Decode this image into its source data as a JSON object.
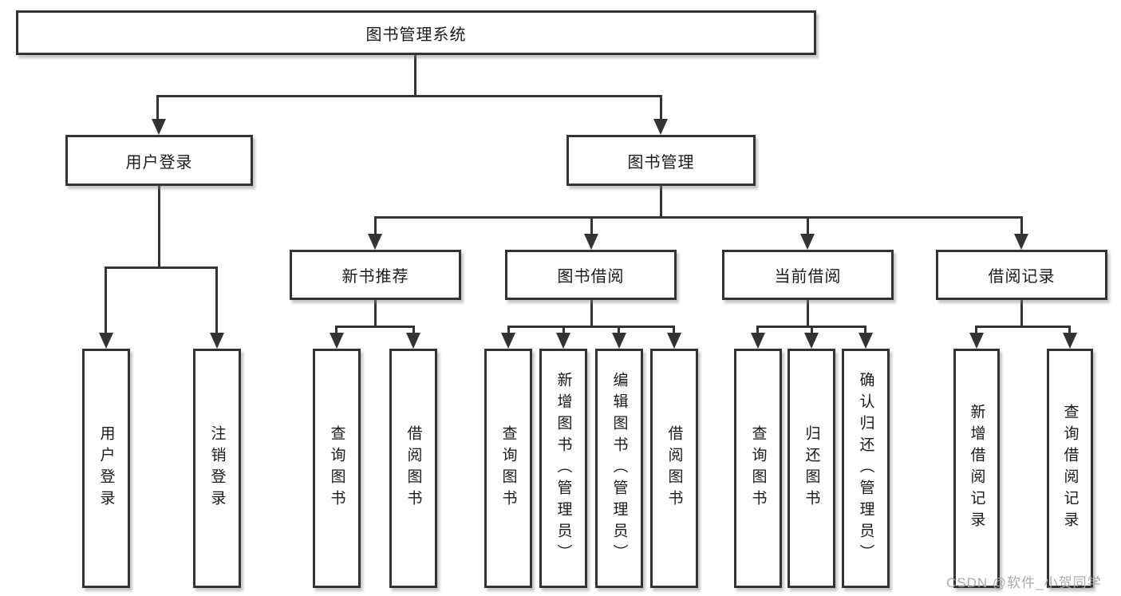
{
  "diagram": {
    "type": "tree",
    "title": "图书管理系统",
    "colors": {
      "line": "#333333",
      "text": "#1a1a1a",
      "background": "#ffffff",
      "watermark": "#a8a8a8"
    },
    "root": {
      "label": "图书管理系统"
    },
    "level1": [
      {
        "label": "用户登录"
      },
      {
        "label": "图书管理"
      }
    ],
    "level2": [
      {
        "label": "新书推荐",
        "parent": "图书管理"
      },
      {
        "label": "图书借阅",
        "parent": "图书管理"
      },
      {
        "label": "当前借阅",
        "parent": "图书管理"
      },
      {
        "label": "借阅记录",
        "parent": "图书管理"
      }
    ],
    "leaves": [
      {
        "label": "用户登录",
        "parent": "用户登录"
      },
      {
        "label": "注销登录",
        "parent": "用户登录"
      },
      {
        "label": "查询图书",
        "parent": "新书推荐"
      },
      {
        "label": "借阅图书",
        "parent": "新书推荐"
      },
      {
        "label": "查询图书",
        "parent": "图书借阅"
      },
      {
        "label": "新增图书（管理员）",
        "parent": "图书借阅"
      },
      {
        "label": "编辑图书（管理员）",
        "parent": "图书借阅"
      },
      {
        "label": "借阅图书",
        "parent": "图书借阅"
      },
      {
        "label": "查询图书",
        "parent": "当前借阅"
      },
      {
        "label": "归还图书",
        "parent": "当前借阅"
      },
      {
        "label": "确认归还（管理员）",
        "parent": "当前借阅"
      },
      {
        "label": "新增借阅记录",
        "parent": "借阅记录"
      },
      {
        "label": "查询借阅记录",
        "parent": "借阅记录"
      }
    ],
    "watermark": "CSDN @软件_小贺同学"
  }
}
